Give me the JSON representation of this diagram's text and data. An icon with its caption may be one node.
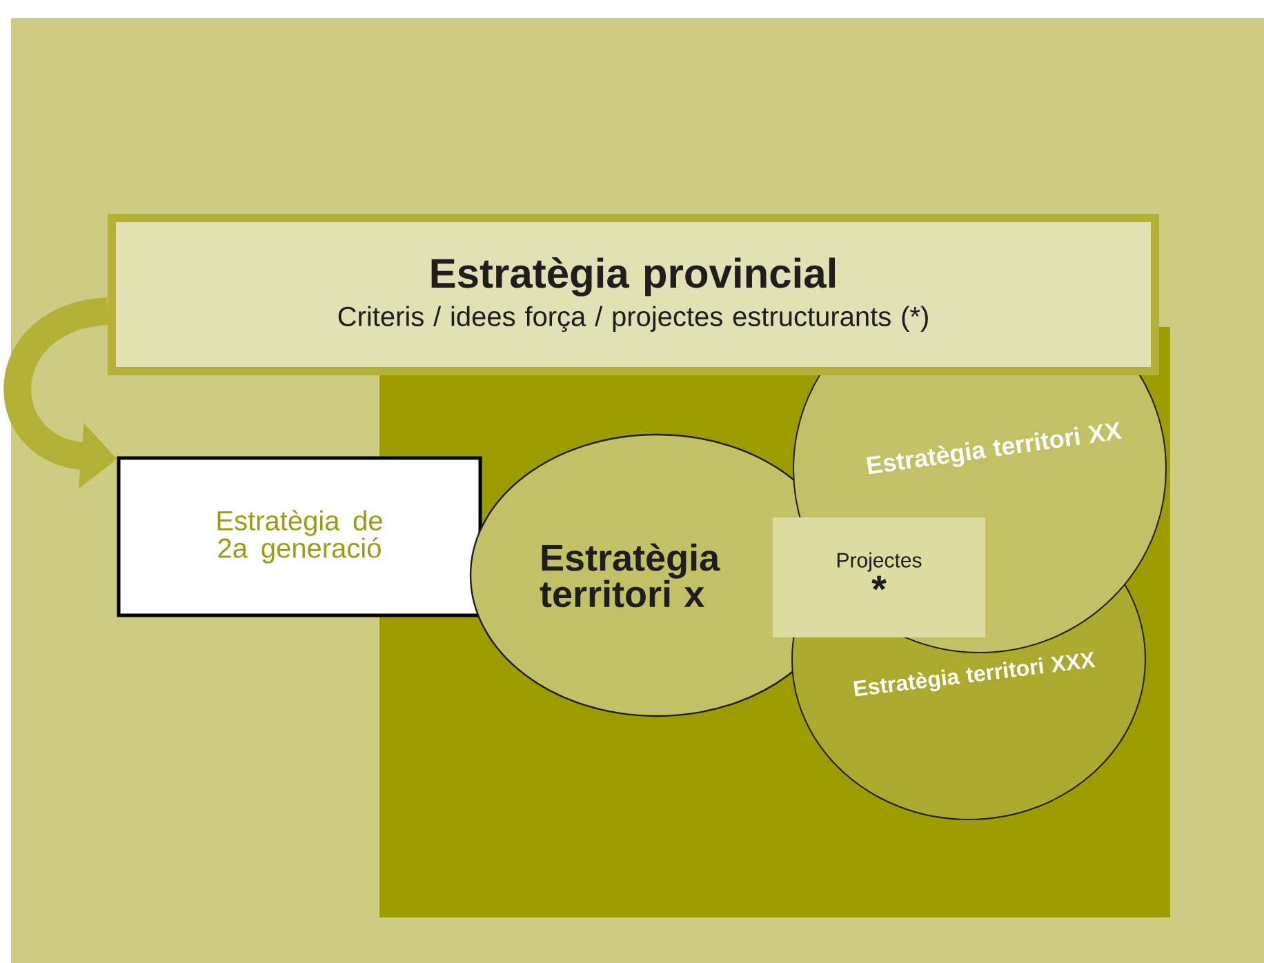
{
  "diagram": {
    "nodes": [
      {
        "text": [
          "Estratègia provincial",
          "Criteris / idees força / projectes estructurants (*)"
        ]
      },
      {
        "text": [
          "Estratègia de 2a generació"
        ]
      },
      {
        "text": [
          "Estratègia territori x"
        ]
      },
      {
        "text": [
          "Estratègia territori XXX"
        ]
      },
      {
        "text": [
          "Estratègia territori XX"
        ]
      },
      {
        "text": [
          "Projectes",
          "*"
        ]
      }
    ],
    "edges": [
      {
        "from": 0,
        "to": 1,
        "arrow": "to"
      }
    ]
  }
}
